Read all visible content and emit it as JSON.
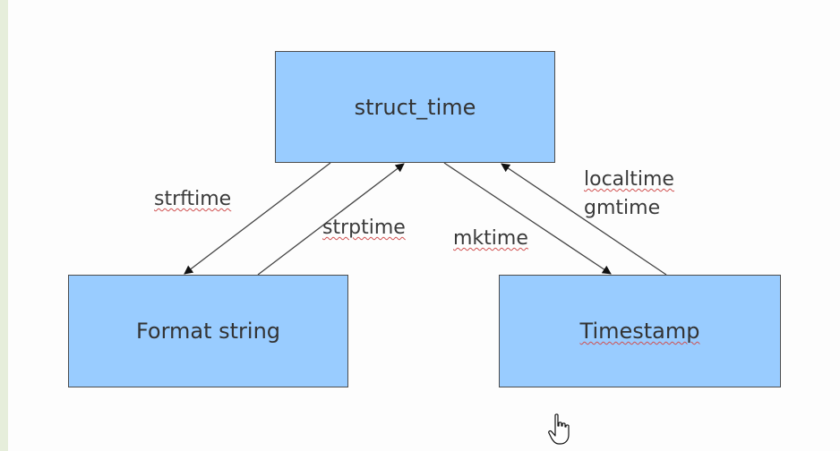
{
  "diagram": {
    "nodes": {
      "struct_time": "struct_time",
      "format_string": "Format string",
      "timestamp": "Timestamp"
    },
    "edges": {
      "strftime": "strftime",
      "strptime": "strptime",
      "mktime": "mktime",
      "localtime": "localtime",
      "gmtime": "gmtime"
    },
    "colors": {
      "node_fill": "#99ccff",
      "node_border": "#4d4d4d",
      "edge": "#333333",
      "text": "#333333"
    }
  },
  "cursor": {
    "icon": "hand-pointer-icon"
  }
}
